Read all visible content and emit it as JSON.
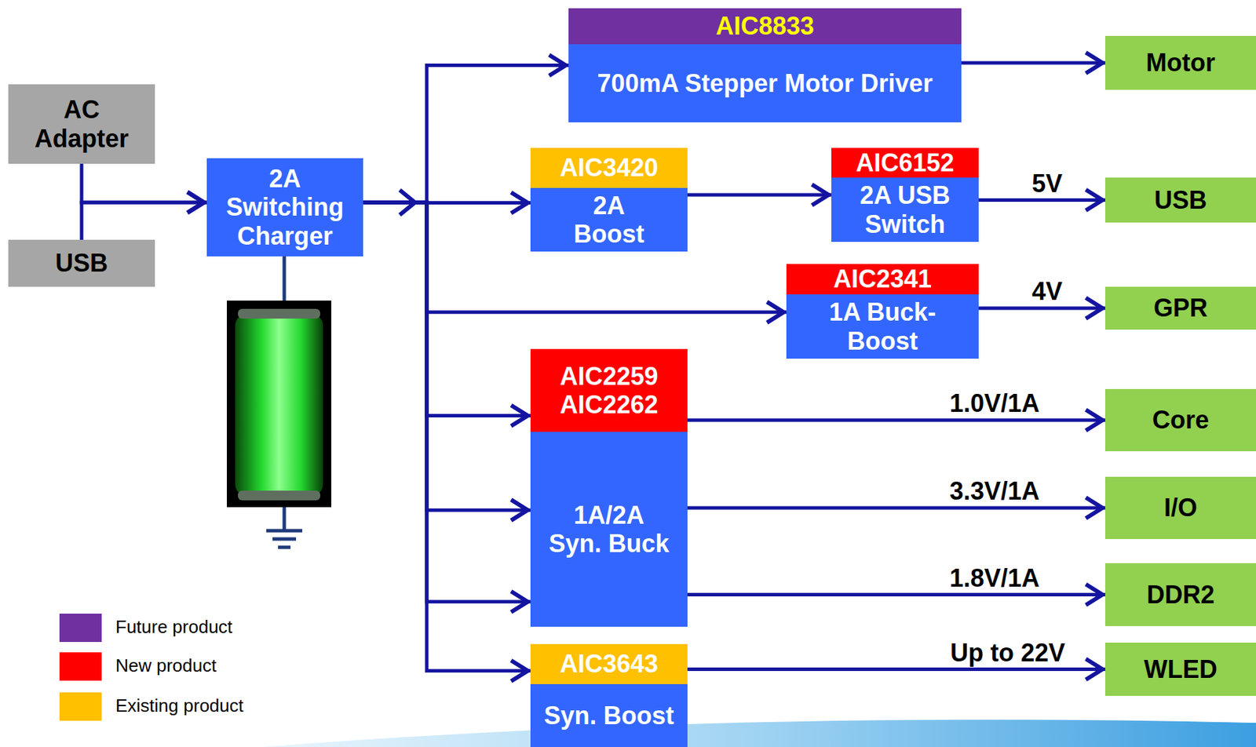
{
  "diagram": {
    "nodes": [
      {
        "text": [
          "AC Adapter"
        ]
      },
      {
        "text": [
          "USB"
        ]
      },
      {
        "text": [
          "2A Switching Charger"
        ]
      },
      {
        "text": [
          "AIC8833",
          "700mA Stepper Motor Driver"
        ]
      },
      {
        "text": [
          "Motor"
        ]
      },
      {
        "text": [
          "AIC3420",
          "2A Boost"
        ]
      },
      {
        "text": [
          "AIC6152",
          "2A USB Switch"
        ]
      },
      {
        "text": [
          "USB"
        ]
      },
      {
        "text": [
          "AIC2341",
          "1A Buck-Boost"
        ]
      },
      {
        "text": [
          "GPR"
        ]
      },
      {
        "text": [
          "AIC2259 AIC2262",
          "1A/2A Syn. Buck"
        ]
      },
      {
        "text": [
          "Core"
        ]
      },
      {
        "text": [
          "I/O"
        ]
      },
      {
        "text": [
          "DDR2"
        ]
      },
      {
        "text": [
          "AIC3643",
          "Syn. Boost"
        ]
      },
      {
        "text": [
          "WLED"
        ]
      }
    ],
    "edges": [
      {
        "from": 0,
        "to": 2,
        "arrow": "to"
      },
      {
        "from": 1,
        "to": 2,
        "arrow": "to"
      },
      {
        "from": 2,
        "to": 3,
        "arrow": "to"
      },
      {
        "from": 2,
        "to": 5,
        "arrow": "to"
      },
      {
        "from": 2,
        "to": 8,
        "arrow": "to"
      },
      {
        "from": 2,
        "to": 10,
        "arrow": "to"
      },
      {
        "from": 2,
        "to": 10,
        "arrow": "to"
      },
      {
        "from": 2,
        "to": 10,
        "arrow": "to"
      },
      {
        "from": 2,
        "to": 14,
        "arrow": "to"
      },
      {
        "from": 3,
        "to": 4,
        "arrow": "to"
      },
      {
        "from": 5,
        "to": 6,
        "arrow": "to"
      },
      {
        "from": 6,
        "to": 7,
        "label": "5V",
        "arrow": "to"
      },
      {
        "from": 8,
        "to": 9,
        "label": "4V",
        "arrow": "to"
      },
      {
        "from": 10,
        "to": 11,
        "label": "1.0V/1A",
        "arrow": "to"
      },
      {
        "from": 10,
        "to": 12,
        "label": "3.3V/1A",
        "arrow": "to"
      },
      {
        "from": 10,
        "to": 13,
        "label": "1.8V/1A",
        "arrow": "to"
      },
      {
        "from": 14,
        "to": 15,
        "label": "Up to 22V",
        "arrow": "to"
      }
    ],
    "legend": [
      {
        "text": "Future product",
        "color": "#7030A0"
      },
      {
        "text": "New product",
        "color": "#FF0000"
      },
      {
        "text": "Existing product",
        "color": "#FFC000"
      }
    ]
  }
}
